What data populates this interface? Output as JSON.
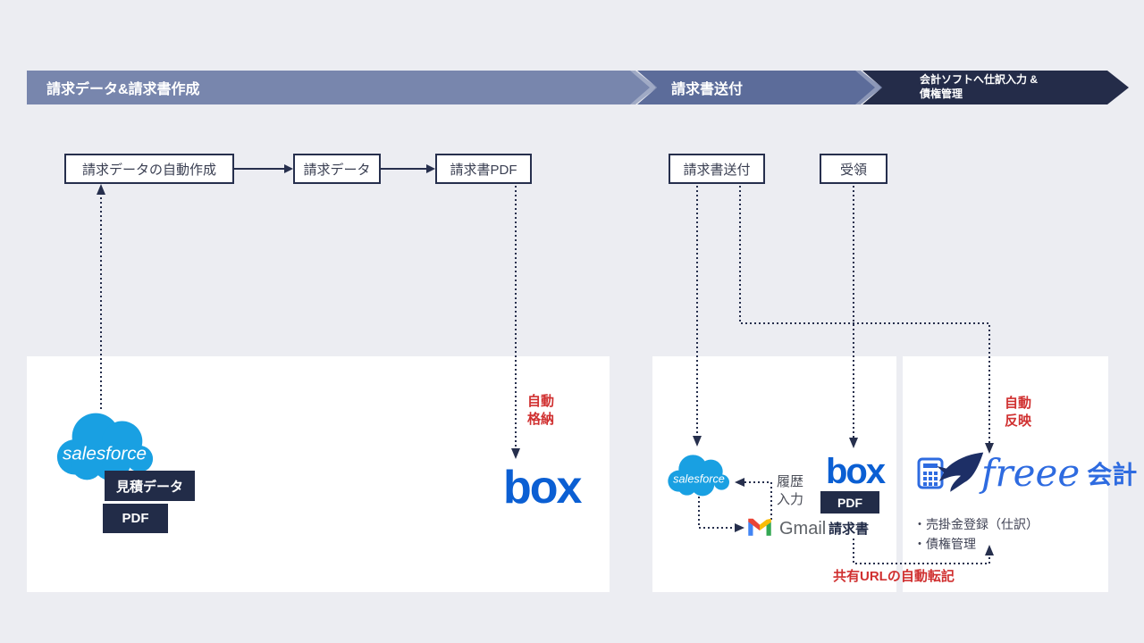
{
  "banner": {
    "steps": [
      {
        "label": "請求データ&請求書作成",
        "color": "#7886ad"
      },
      {
        "label": "請求書送付",
        "color": "#5c6c9a"
      },
      {
        "label": "会計ソフトへ仕訳入力 &\n債権管理",
        "color": "#242c49"
      }
    ]
  },
  "flow_boxes": [
    {
      "label": "請求データの自動作成"
    },
    {
      "label": "請求データ"
    },
    {
      "label": "請求書PDF"
    },
    {
      "label": "請求書送付"
    },
    {
      "label": "受領"
    }
  ],
  "annotations": {
    "auto_store": "自動\n格納",
    "auto_reflect": "自動\n反映",
    "history_input": "履歴\n入力",
    "shared_url": "共有URLの自動転記"
  },
  "tags": {
    "quote_data": "見積データ",
    "pdf_left": "PDF",
    "pdf_mid": "PDF",
    "invoice": "請求書"
  },
  "logos": {
    "salesforce": "salesforce",
    "box": "box",
    "gmail": "Gmail",
    "freee_word": "freee",
    "freee_suffix": "会計"
  },
  "freee": {
    "bullets": [
      "・売掛金登録（仕訳）",
      "・債権管理"
    ]
  },
  "colors": {
    "background": "#ecedf2",
    "step1": "#7886ad",
    "step2": "#5c6c9a",
    "step3": "#242c49",
    "connector_navy": "#262f4d",
    "accent_red": "#d03030",
    "tag_navy": "#222c48",
    "salesforce_blue": "#19a0e2",
    "box_blue": "#0b5fd3",
    "freee_blue": "#2e6be0",
    "freee_bird_navy": "#1d2f66",
    "gmail_red": "#ea4335",
    "gmail_blue": "#4285f4",
    "gmail_green": "#34a853",
    "gmail_yellow": "#fbbc04",
    "gmail_gray": "#5f6368"
  }
}
